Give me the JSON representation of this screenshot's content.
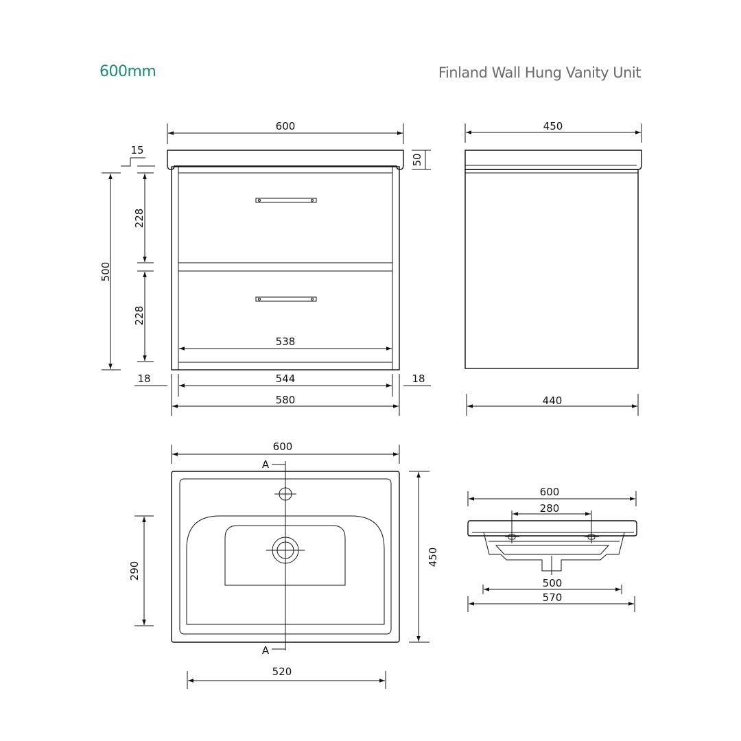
{
  "header": {
    "size": "600mm",
    "product": "Finland Wall Hung Vanity Unit"
  },
  "front_view": {
    "overall_width": "600",
    "top_overhang": "15",
    "top_thickness": "50",
    "height": "500",
    "drawer_height_top": "228",
    "drawer_height_bottom": "228",
    "inner_width": "538",
    "side_left": "18",
    "drawer_width": "544",
    "side_right": "18",
    "cabinet_width": "580"
  },
  "side_view": {
    "top_depth": "450",
    "cabinet_depth": "440"
  },
  "basin_plan": {
    "width": "600",
    "section_top": "A",
    "section_bottom": "A",
    "bowl_depth": "290",
    "depth": "450",
    "bowl_width": "520"
  },
  "basin_section": {
    "width": "600",
    "tap_centres": "280",
    "bowl_width": "500",
    "base_width": "570"
  },
  "colors": {
    "accent": "#1b8a78",
    "title_grey": "#6a6a6a"
  }
}
